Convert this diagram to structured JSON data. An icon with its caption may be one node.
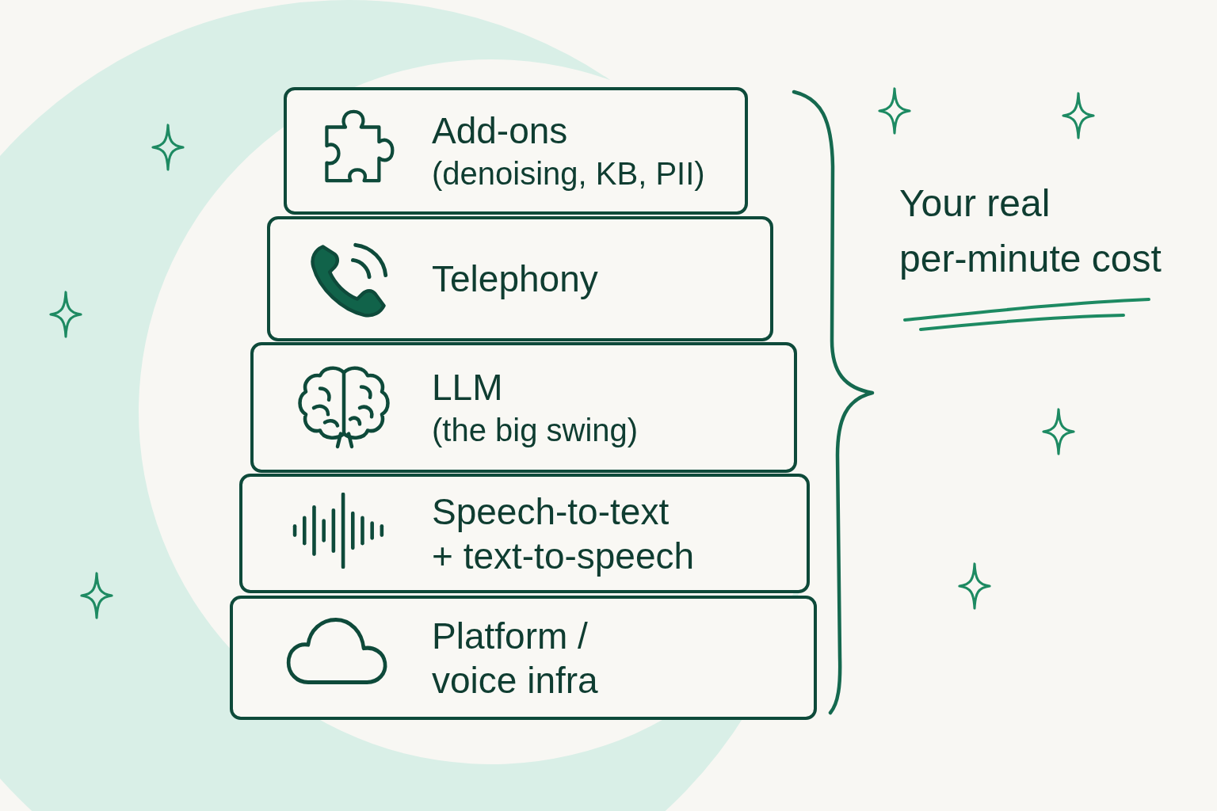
{
  "diagram": {
    "nodes": [
      {
        "text": [
          "Add-ons",
          "(denoising, KB, PII)"
        ]
      },
      {
        "text": [
          "Telephony"
        ]
      },
      {
        "text": [
          "LLM",
          "(the big swing)"
        ]
      },
      {
        "text": [
          "Speech-to-text + text-to-speech"
        ]
      },
      {
        "text": [
          "Platform / voice infra"
        ]
      }
    ],
    "labels": [
      "Your real per-minute cost"
    ]
  }
}
